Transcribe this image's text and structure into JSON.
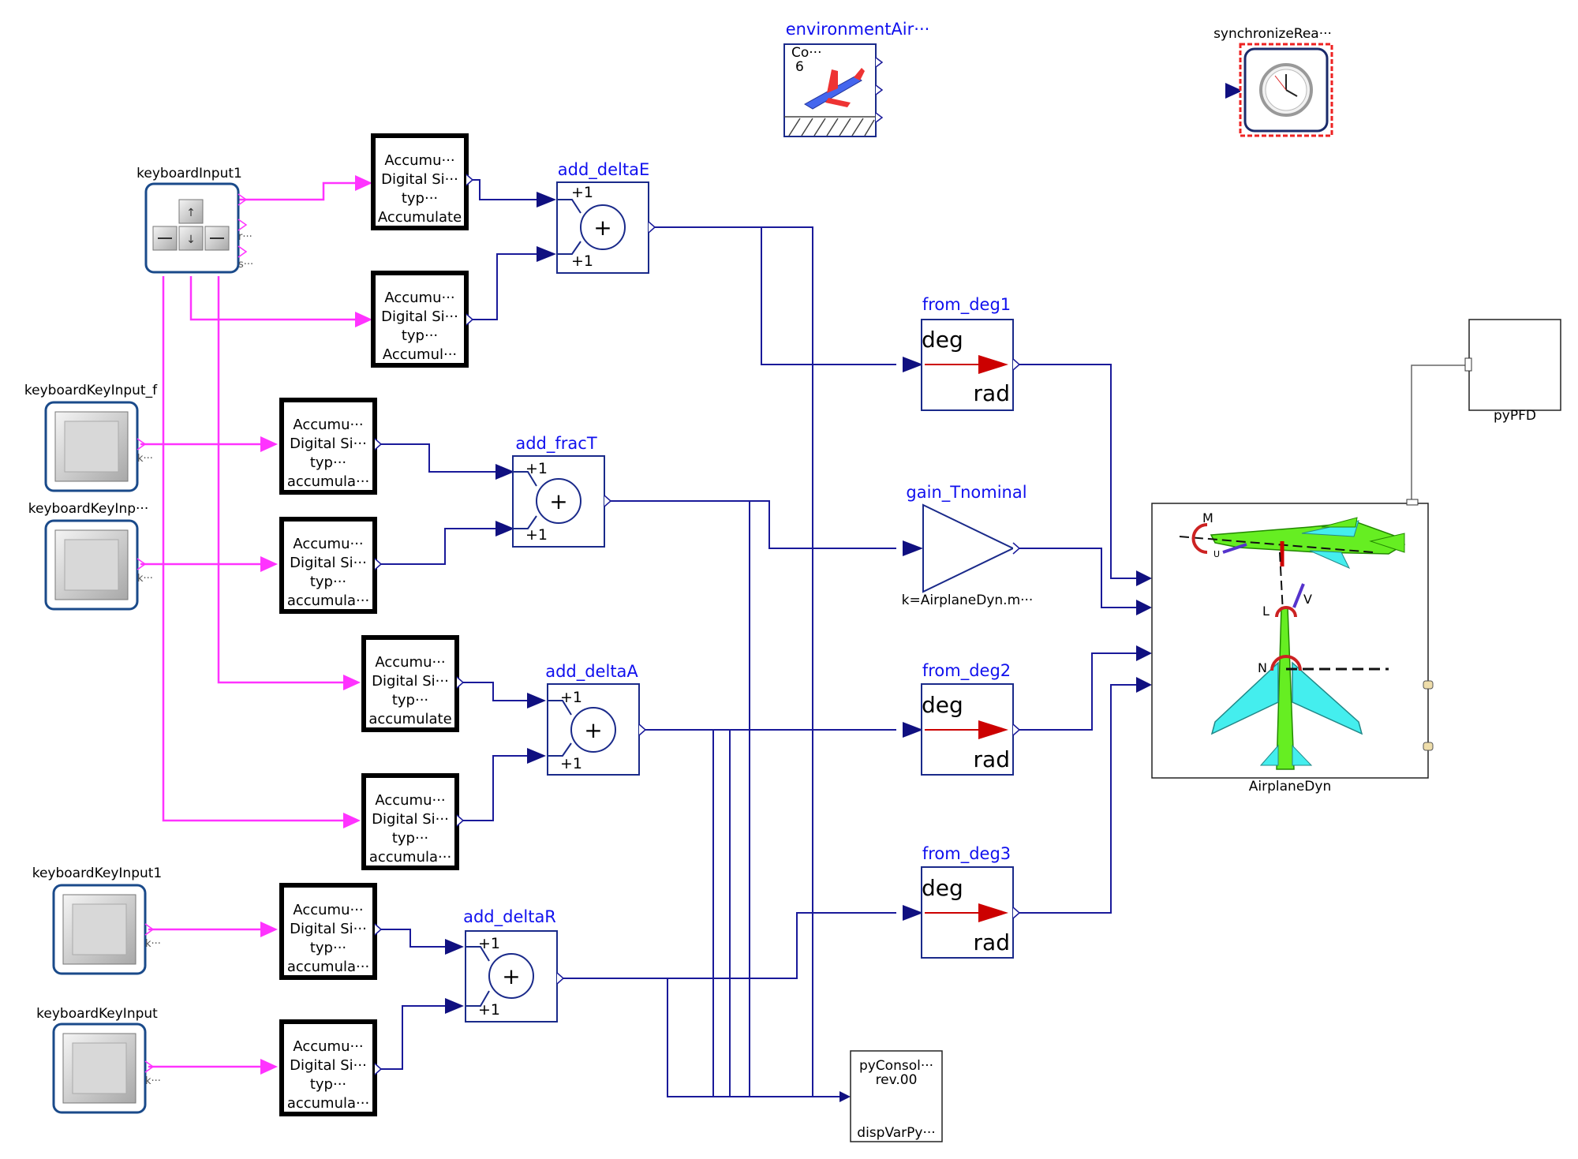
{
  "diagram": {
    "keyboard_blocks": [
      {
        "id": "kb1",
        "name": "keyboardInput1",
        "port_labels": [
          "r···",
          "s···"
        ]
      },
      {
        "id": "kb2",
        "name": "keyboardKeyInput_f",
        "port_label": "k···"
      },
      {
        "id": "kb3",
        "name": "keyboardKeyInp···",
        "port_label": "k···"
      },
      {
        "id": "kb4",
        "name": "keyboardKeyInput1",
        "port_label": "k···"
      },
      {
        "id": "kb5",
        "name": "keyboardKeyInput",
        "port_label": "k···"
      }
    ],
    "accumulator_blocks": [
      {
        "id": "acc1",
        "lines": [
          "Accumu···",
          "Digital Si···",
          "typ···",
          "Accumulate"
        ]
      },
      {
        "id": "acc2",
        "lines": [
          "Accumu···",
          "Digital Si···",
          "typ···",
          "Accumul···"
        ]
      },
      {
        "id": "acc3",
        "lines": [
          "Accumu···",
          "Digital Si···",
          "typ···",
          "accumula···"
        ]
      },
      {
        "id": "acc4",
        "lines": [
          "Accumu···",
          "Digital Si···",
          "typ···",
          "accumula···"
        ]
      },
      {
        "id": "acc5",
        "lines": [
          "Accumu···",
          "Digital Si···",
          "typ···",
          "accumulate"
        ]
      },
      {
        "id": "acc6",
        "lines": [
          "Accumu···",
          "Digital Si···",
          "typ···",
          "accumula···"
        ]
      },
      {
        "id": "acc7",
        "lines": [
          "Accumu···",
          "Digital Si···",
          "typ···",
          "accumula···"
        ]
      },
      {
        "id": "acc8",
        "lines": [
          "Accumu···",
          "Digital Si···",
          "typ···",
          "accumula···"
        ]
      }
    ],
    "adders": [
      {
        "id": "add1",
        "name": "add_deltaE",
        "signs": [
          "+1",
          "+1"
        ]
      },
      {
        "id": "add2",
        "name": "add_fracT",
        "signs": [
          "+1",
          "+1"
        ]
      },
      {
        "id": "add3",
        "name": "add_deltaA",
        "signs": [
          "+1",
          "+1"
        ]
      },
      {
        "id": "add4",
        "name": "add_deltaR",
        "signs": [
          "+1",
          "+1"
        ]
      }
    ],
    "converters": [
      {
        "id": "deg1",
        "name": "from_deg1",
        "in_unit": "deg",
        "out_unit": "rad"
      },
      {
        "id": "deg2",
        "name": "from_deg2",
        "in_unit": "deg",
        "out_unit": "rad"
      },
      {
        "id": "deg3",
        "name": "from_deg3",
        "in_unit": "deg",
        "out_unit": "rad"
      }
    ],
    "gain": {
      "name": "gain_Tnominal",
      "param": "k=AirplaneDyn.m···"
    },
    "environment": {
      "name": "environmentAir···",
      "line1": "Co···",
      "line2": "6"
    },
    "sync": {
      "name": "synchronizeRea···"
    },
    "pyPFD": {
      "name": "pyPFD"
    },
    "airplane": {
      "name": "AirplaneDyn",
      "labels": [
        "M",
        "L",
        "V",
        "N"
      ]
    },
    "console": {
      "line1": "pyConsol···",
      "line2": "rev.00",
      "name": "dispVarPy···"
    },
    "colors": {
      "signal": "#ff33ff",
      "connection": "#1a1a9a",
      "title": "#1010ee",
      "block_border": "#1a2a8a",
      "arrow_red": "#cc0000",
      "plane_green": "#66ee22",
      "plane_cyan": "#44eeee"
    }
  }
}
